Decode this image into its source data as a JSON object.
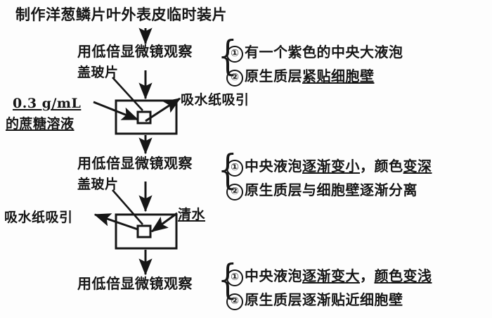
{
  "diagram": {
    "title": "制作洋葱鳞片叶外表皮临时装片",
    "steps": [
      {
        "id": "step1",
        "label": "用低倍显微镜观察"
      },
      {
        "id": "step2",
        "label": "用低倍显微镜观察"
      },
      {
        "id": "step3",
        "label": "用低倍显微镜观察"
      }
    ],
    "coverslip_labels": [
      {
        "id": "coverslip1",
        "label": "盖玻片"
      },
      {
        "id": "coverslip2",
        "label": "盖玻片"
      }
    ],
    "reagents": [
      {
        "id": "sucrose",
        "line1": "0.3 g/mL",
        "line2": "的蔗糖溶液"
      },
      {
        "id": "water",
        "label": "清水"
      }
    ],
    "absorb_labels": [
      {
        "id": "absorb1",
        "label": "吸水纸吸引"
      },
      {
        "id": "absorb2",
        "label": "吸水纸吸引"
      }
    ],
    "observations": [
      {
        "id": "obs-group-1",
        "items": [
          {
            "num": "①",
            "pre": "有一个紫色的中央大液泡",
            "underline": "",
            "post": ""
          },
          {
            "num": "②",
            "pre": "原生质层",
            "underline": "紧贴细胞壁",
            "post": ""
          }
        ]
      },
      {
        "id": "obs-group-2",
        "items": [
          {
            "num": "①",
            "pre": "中央液泡",
            "underline": "逐渐变小",
            "post": "，颜色",
            "underline2": "变深"
          },
          {
            "num": "②",
            "pre": "原生质层与细胞壁逐渐分离",
            "underline": "",
            "post": ""
          }
        ]
      },
      {
        "id": "obs-group-3",
        "items": [
          {
            "num": "①",
            "pre": "中央液泡",
            "underline": "逐渐变大",
            "post": "，",
            "underline2": "颜色变浅"
          },
          {
            "num": "②",
            "pre": "原生质层逐渐贴近细胞壁",
            "underline": "",
            "post": ""
          }
        ]
      }
    ],
    "slides": [
      {
        "id": "slide-1"
      },
      {
        "id": "slide-2"
      }
    ],
    "colors": {
      "ink": "#161616",
      "background": "#fdfdfd"
    }
  }
}
